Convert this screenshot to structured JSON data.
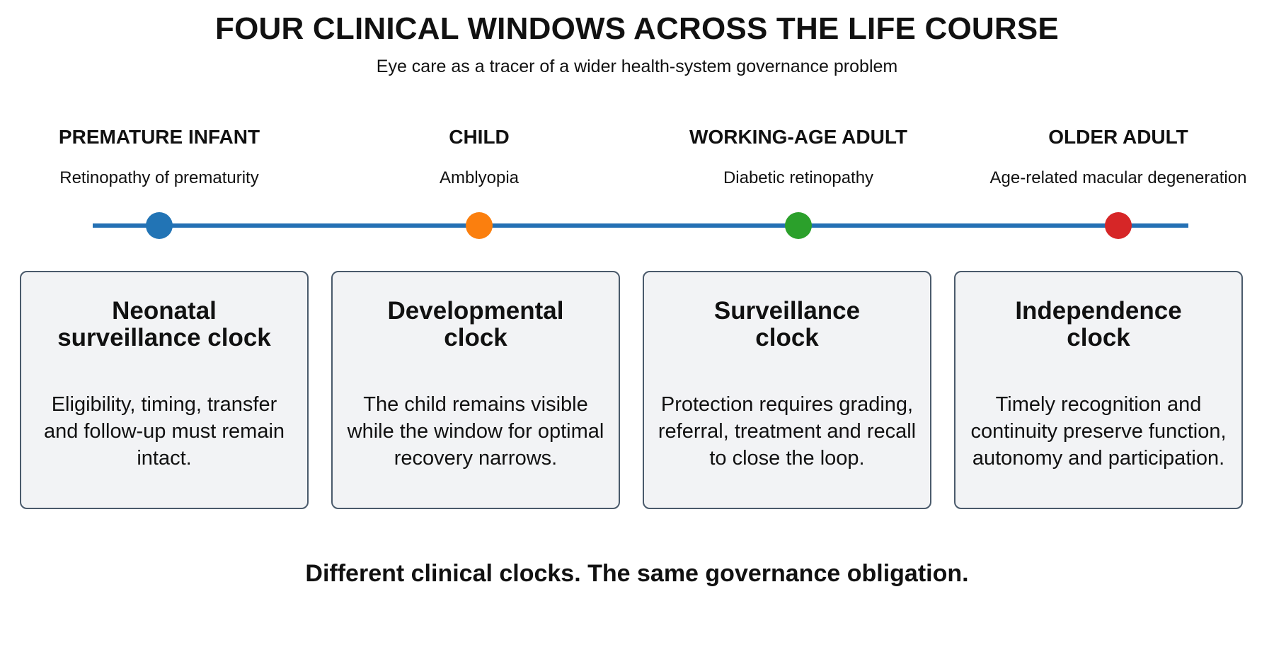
{
  "header": {
    "title": "FOUR CLINICAL WINDOWS ACROSS THE LIFE COURSE",
    "subtitle": "Eye care as a tracer of a wider health-system governance problem"
  },
  "timeline": {
    "line_color": "#2470b4",
    "stages": [
      {
        "label": "PREMATURE INFANT",
        "condition": "Retinopathy of prematurity",
        "dot_color": "#2274b5",
        "card_title": "Neonatal\nsurveillance clock",
        "card_body": "Eligibility, timing, transfer\nand follow-up must remain\nintact."
      },
      {
        "label": "CHILD",
        "condition": "Amblyopia",
        "dot_color": "#fb7f0e",
        "card_title": "Developmental\nclock",
        "card_body": "The child remains visible\nwhile the window for optimal\nrecovery narrows."
      },
      {
        "label": "WORKING-AGE ADULT",
        "condition": "Diabetic retinopathy",
        "dot_color": "#2ba02b",
        "card_title": "Surveillance\nclock",
        "card_body": "Protection requires grading,\nreferral, treatment and recall\nto close the loop."
      },
      {
        "label": "OLDER ADULT",
        "condition": "Age-related macular degeneration",
        "dot_color": "#d62627",
        "card_title": "Independence\nclock",
        "card_body": "Timely recognition and\ncontinuity preserve function,\nautonomy and participation."
      }
    ]
  },
  "footer": {
    "text": "Different clinical clocks. The same governance obligation."
  }
}
